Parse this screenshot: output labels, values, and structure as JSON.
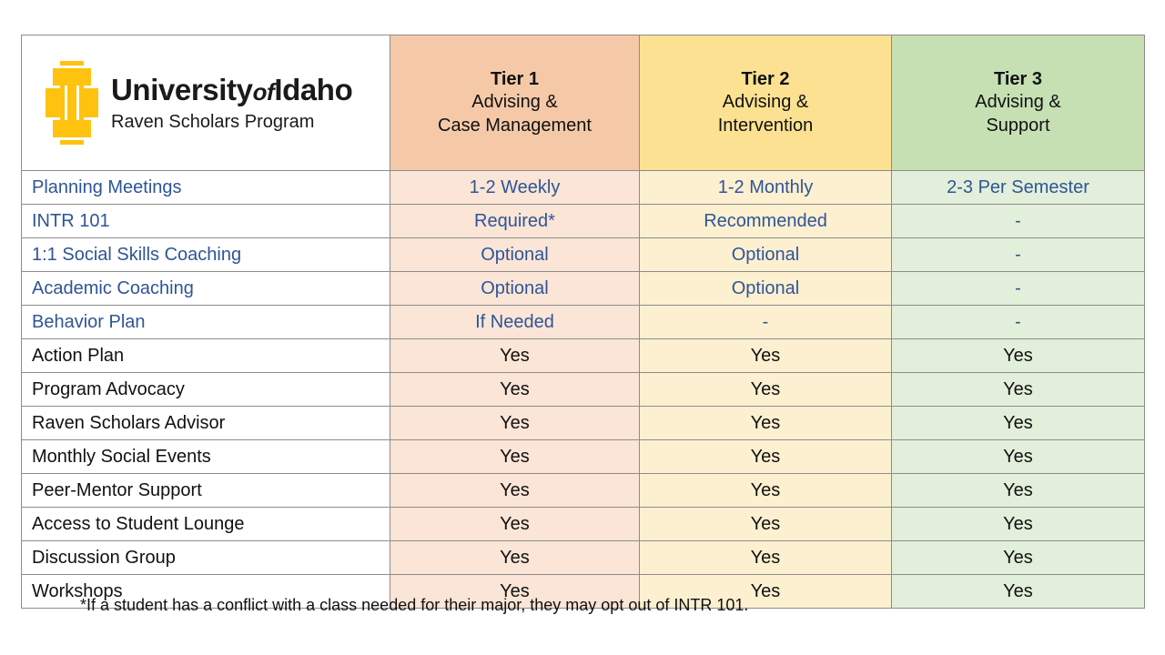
{
  "logo": {
    "mark": "university-of-idaho-block-i",
    "title_part1": "University",
    "title_of": "of",
    "title_part2": "Idaho",
    "subtitle": "Raven Scholars Program"
  },
  "columns": [
    {
      "id": "tier1",
      "name": "Tier 1",
      "line1": "Advising &",
      "line2": "Case Management",
      "header_color": "#F5C9A8",
      "body_color": "#FBE5D6"
    },
    {
      "id": "tier2",
      "name": "Tier 2",
      "line1": "Advising &",
      "line2": "Intervention",
      "header_color": "#FBE191",
      "body_color": "#FDF0D0"
    },
    {
      "id": "tier3",
      "name": "Tier 3",
      "line1": "Advising &",
      "line2": "Support",
      "header_color": "#C6E0B4",
      "body_color": "#E2EFDA"
    }
  ],
  "rows": [
    {
      "label": "Planning Meetings",
      "tier1": "1-2 Weekly",
      "tier2": "1-2 Monthly",
      "tier3": "2-3 Per Semester",
      "style": "blue"
    },
    {
      "label": "INTR 101",
      "tier1": "Required*",
      "tier2": "Recommended",
      "tier3": "-",
      "style": "blue"
    },
    {
      "label": "1:1 Social Skills Coaching",
      "tier1": "Optional",
      "tier2": "Optional",
      "tier3": "-",
      "style": "blue"
    },
    {
      "label": "Academic Coaching",
      "tier1": "Optional",
      "tier2": "Optional",
      "tier3": "-",
      "style": "blue"
    },
    {
      "label": "Behavior Plan",
      "tier1": "If Needed",
      "tier2": "-",
      "tier3": "-",
      "style": "blue"
    },
    {
      "label": "Action Plan",
      "tier1": "Yes",
      "tier2": "Yes",
      "tier3": "Yes",
      "style": "black"
    },
    {
      "label": "Program Advocacy",
      "tier1": "Yes",
      "tier2": "Yes",
      "tier3": "Yes",
      "style": "black"
    },
    {
      "label": "Raven Scholars Advisor",
      "tier1": "Yes",
      "tier2": "Yes",
      "tier3": "Yes",
      "style": "black"
    },
    {
      "label": "Monthly Social Events",
      "tier1": "Yes",
      "tier2": "Yes",
      "tier3": "Yes",
      "style": "black"
    },
    {
      "label": "Peer-Mentor Support",
      "tier1": "Yes",
      "tier2": "Yes",
      "tier3": "Yes",
      "style": "black"
    },
    {
      "label": "Access to Student Lounge",
      "tier1": "Yes",
      "tier2": "Yes",
      "tier3": "Yes",
      "style": "black"
    },
    {
      "label": "Discussion Group",
      "tier1": "Yes",
      "tier2": "Yes",
      "tier3": "Yes",
      "style": "black"
    },
    {
      "label": "Workshops",
      "tier1": "Yes",
      "tier2": "Yes",
      "tier3": "Yes",
      "style": "black"
    }
  ],
  "footnote": "*If a student has a conflict with a class needed for their major, they may opt out of INTR 101.",
  "colors": {
    "blue_text": "#2F5597",
    "black_text": "#111111",
    "logo_gold": "#FFC20E",
    "grid_border": "#8c8c8c"
  }
}
